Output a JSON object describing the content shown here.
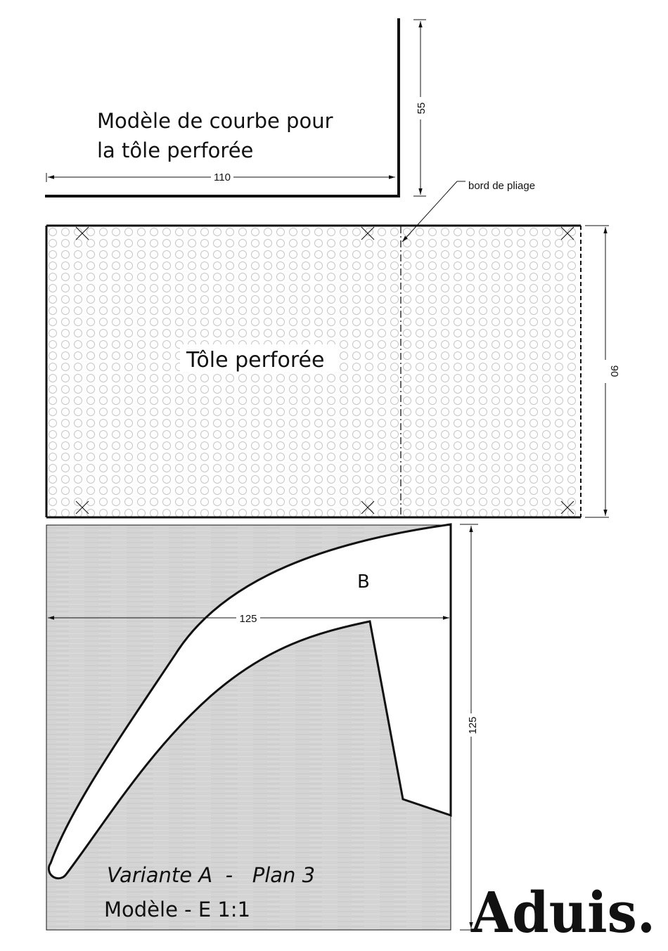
{
  "template": {
    "title_line1": "Modèle de courbe pour",
    "title_line2": "la tôle perforée",
    "dim_width": "110",
    "dim_height": "55"
  },
  "sheet": {
    "label": "Tôle perforée",
    "fold_label": "bord de pliage",
    "dim_height": "90"
  },
  "pattern": {
    "label": "B",
    "dim_width": "125",
    "dim_height": "125",
    "caption_line1": "Variante A  -   Plan 3",
    "caption_line2": "Modèle - E 1:1"
  },
  "brand": {
    "logo": "Aduis."
  },
  "colors": {
    "line": "#111111",
    "board_fill": "#d4d4d4",
    "hole_stroke": "#c6c6c6",
    "background": "#ffffff"
  }
}
